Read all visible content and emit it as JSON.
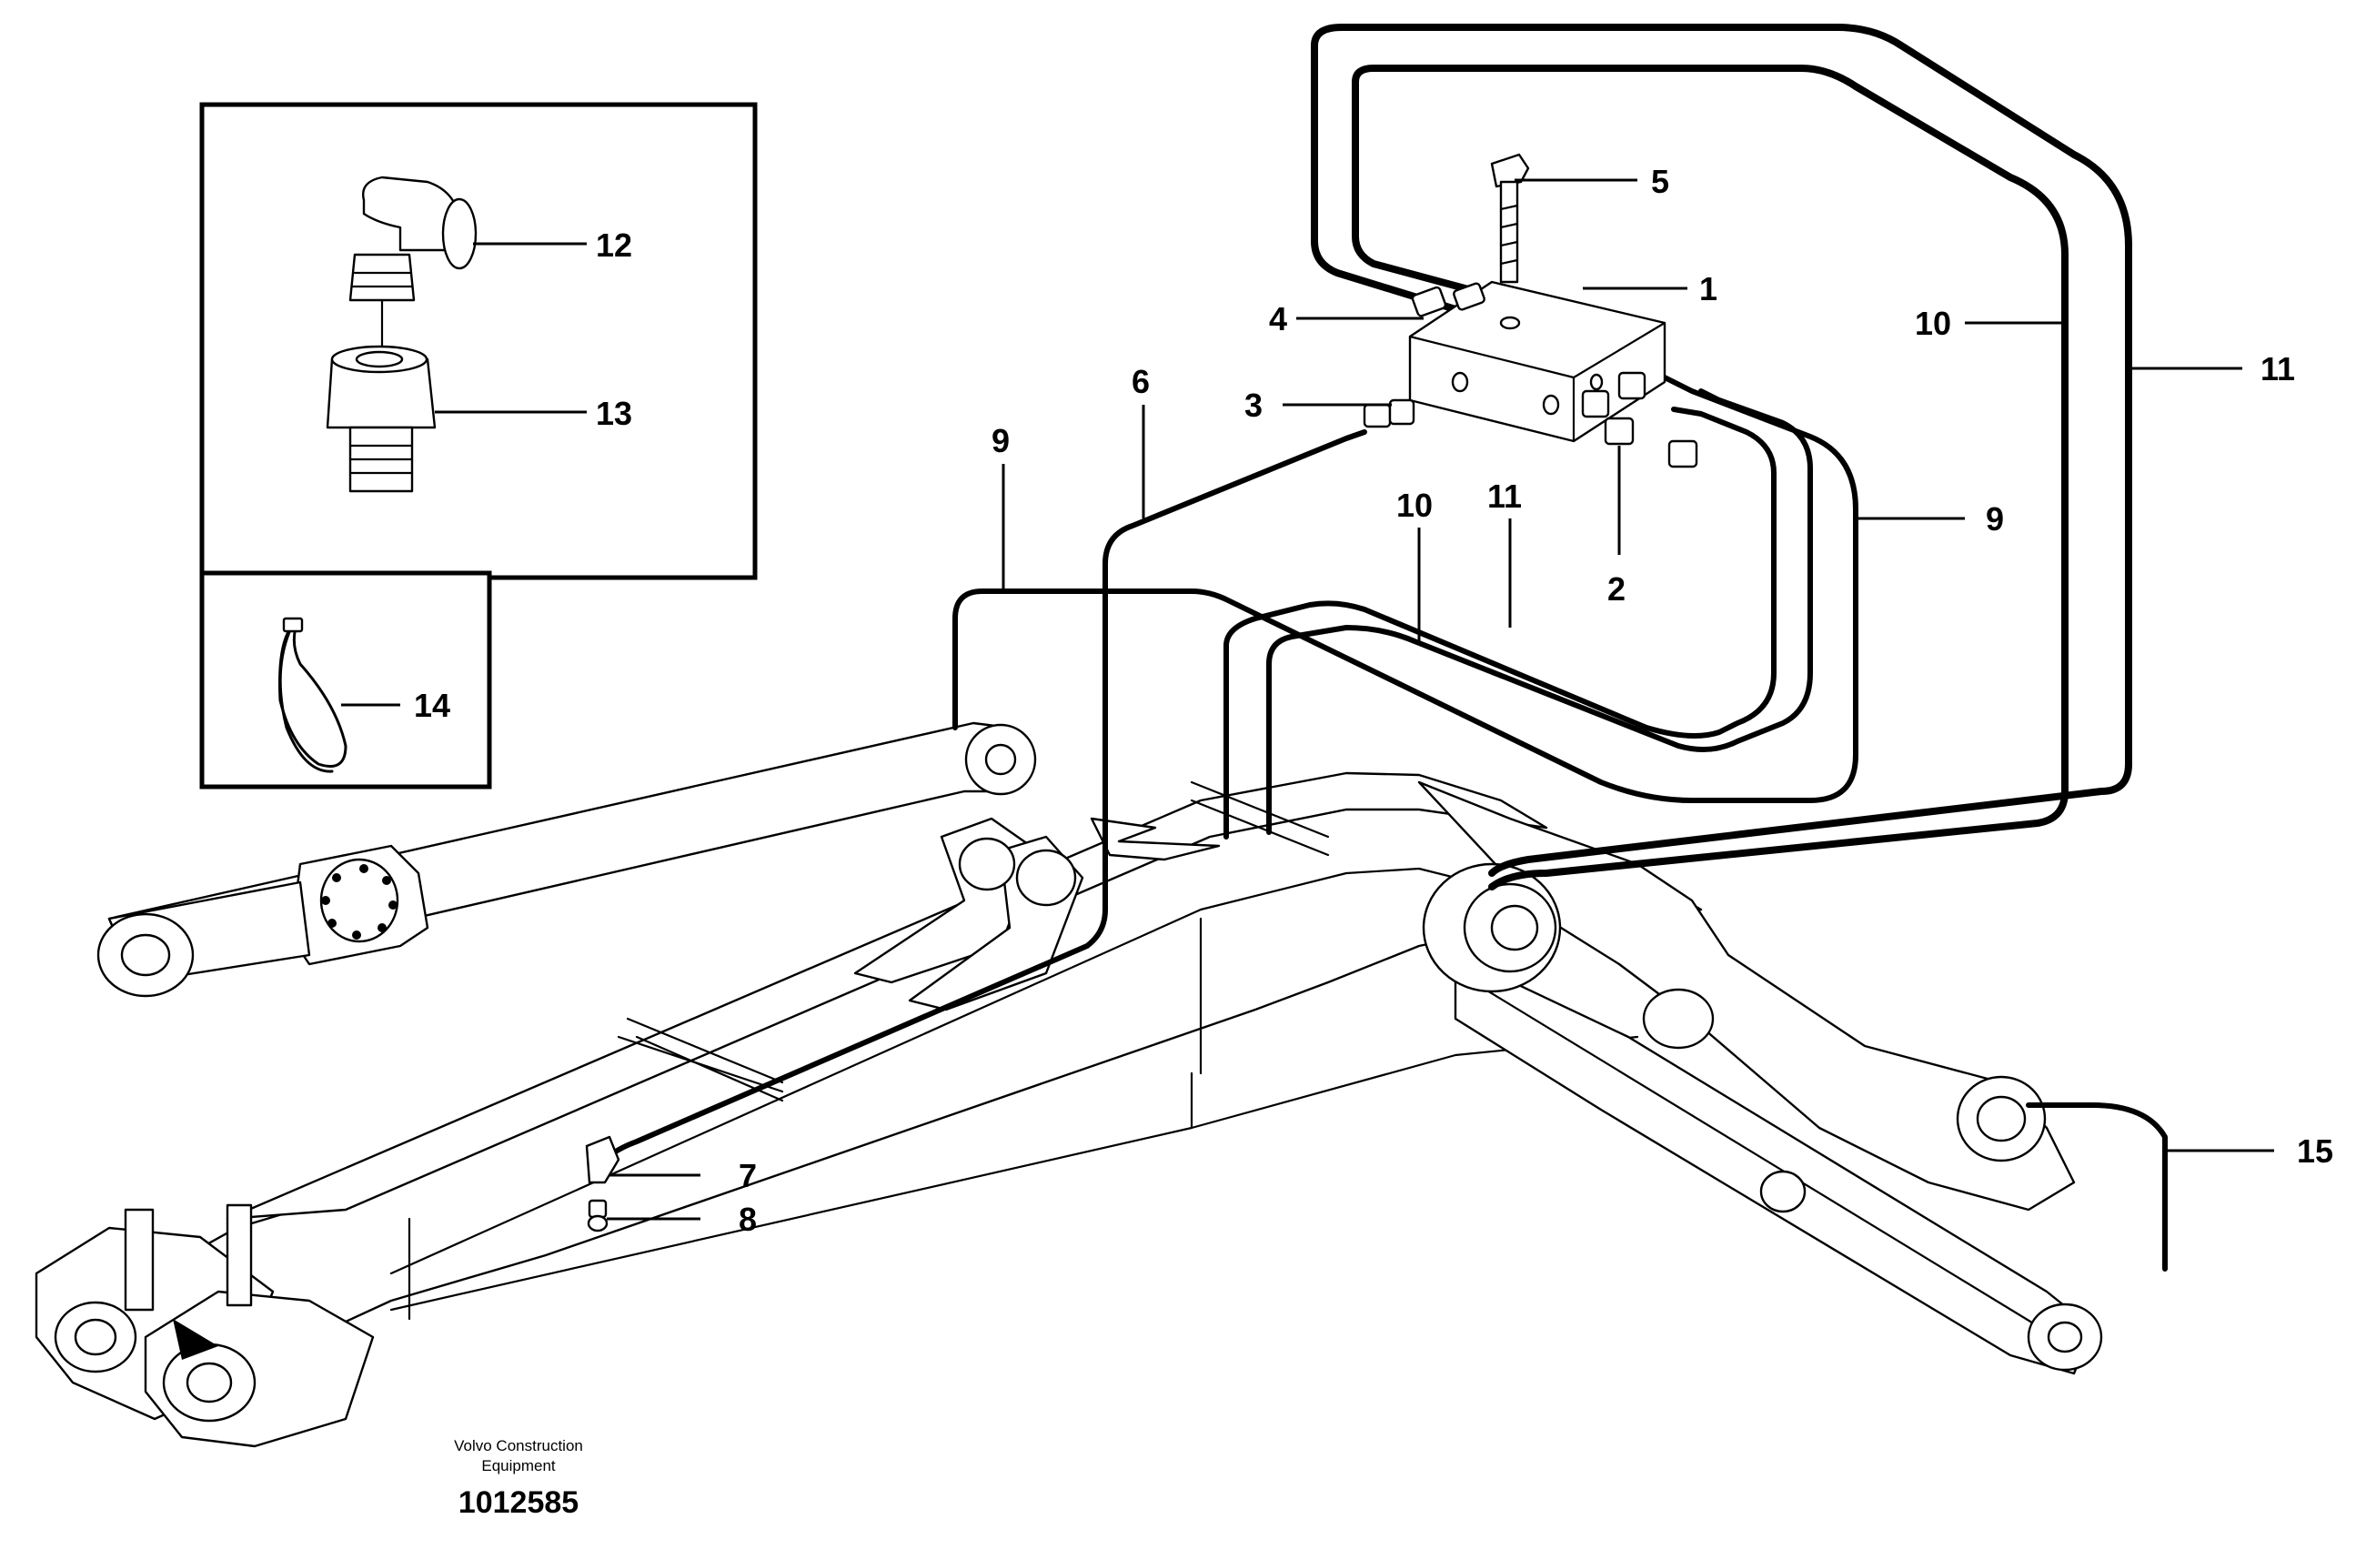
{
  "callouts": [
    {
      "id": "1",
      "label": "1"
    },
    {
      "id": "2",
      "label": "2"
    },
    {
      "id": "3",
      "label": "3"
    },
    {
      "id": "4",
      "label": "4"
    },
    {
      "id": "5",
      "label": "5"
    },
    {
      "id": "6",
      "label": "6"
    },
    {
      "id": "7",
      "label": "7"
    },
    {
      "id": "8",
      "label": "8"
    },
    {
      "id": "9a",
      "label": "9"
    },
    {
      "id": "9b",
      "label": "9"
    },
    {
      "id": "10a",
      "label": "10"
    },
    {
      "id": "10b",
      "label": "10"
    },
    {
      "id": "11a",
      "label": "11"
    },
    {
      "id": "11b",
      "label": "11"
    },
    {
      "id": "12",
      "label": "12"
    },
    {
      "id": "13",
      "label": "13"
    },
    {
      "id": "14",
      "label": "14"
    },
    {
      "id": "15",
      "label": "15"
    }
  ],
  "credit": {
    "line1": "Volvo Construction",
    "line2": "Equipment",
    "drawing_number": "1012585"
  },
  "icons": {
    "inset_top": "elbow-union-fitting-icon",
    "inset_bottom": "cable-tie-icon"
  },
  "colors": {
    "ink": "#000000",
    "paper": "#ffffff"
  }
}
